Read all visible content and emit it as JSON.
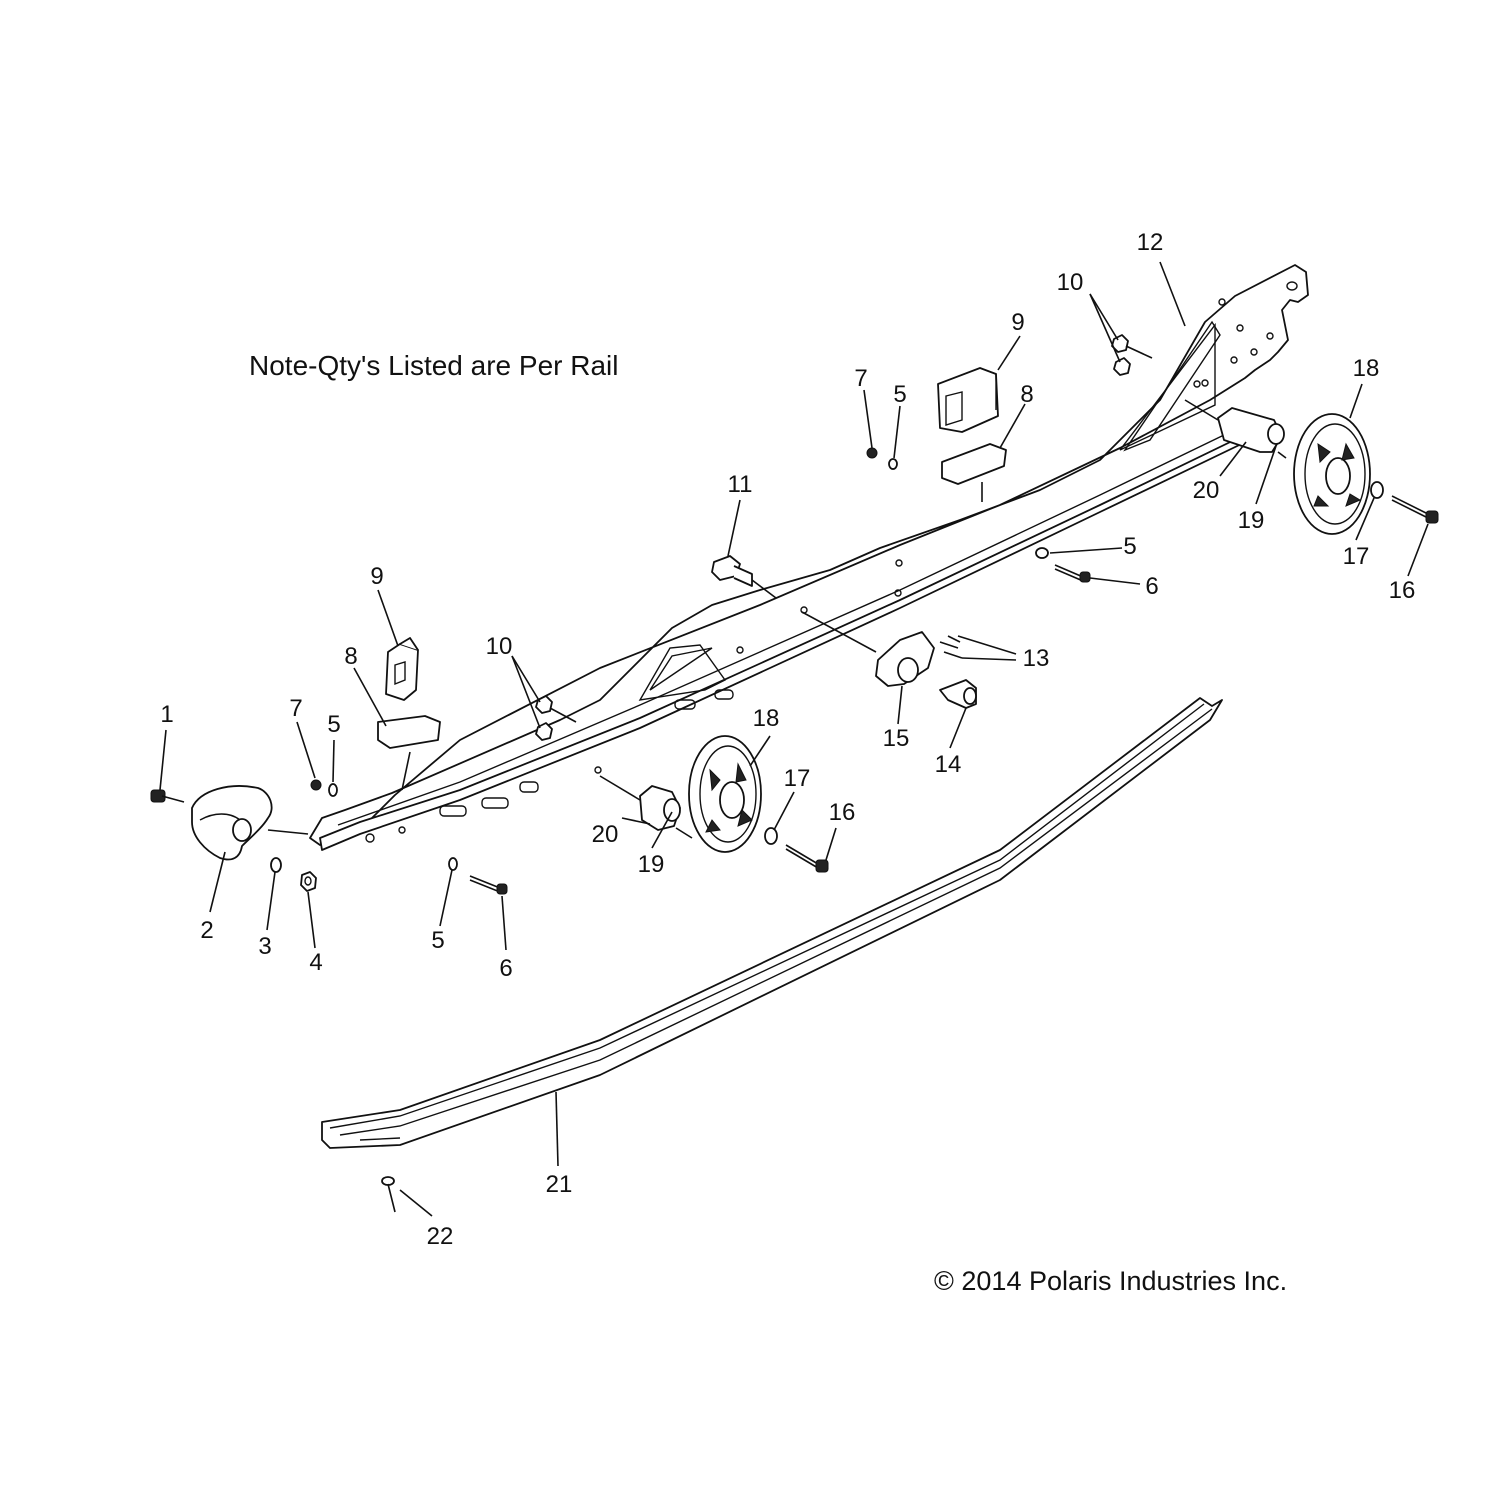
{
  "note": "Note-Qty's Listed are Per Rail",
  "copyright": "© 2014 Polaris Industries Inc.",
  "callouts": {
    "c1": "1",
    "c2": "2",
    "c3": "3",
    "c4": "4",
    "c5a": "5",
    "c5b": "5",
    "c5c": "5",
    "c5d": "5",
    "c6a": "6",
    "c6b": "6",
    "c7a": "7",
    "c7b": "7",
    "c8a": "8",
    "c8b": "8",
    "c9a": "9",
    "c9b": "9",
    "c10a": "10",
    "c10b": "10",
    "c11": "11",
    "c12": "12",
    "c13": "13",
    "c14": "14",
    "c15": "15",
    "c16a": "16",
    "c16b": "16",
    "c17a": "17",
    "c17b": "17",
    "c18a": "18",
    "c18b": "18",
    "c19a": "19",
    "c19b": "19",
    "c20a": "20",
    "c20b": "20",
    "c21": "21",
    "c22": "22"
  }
}
